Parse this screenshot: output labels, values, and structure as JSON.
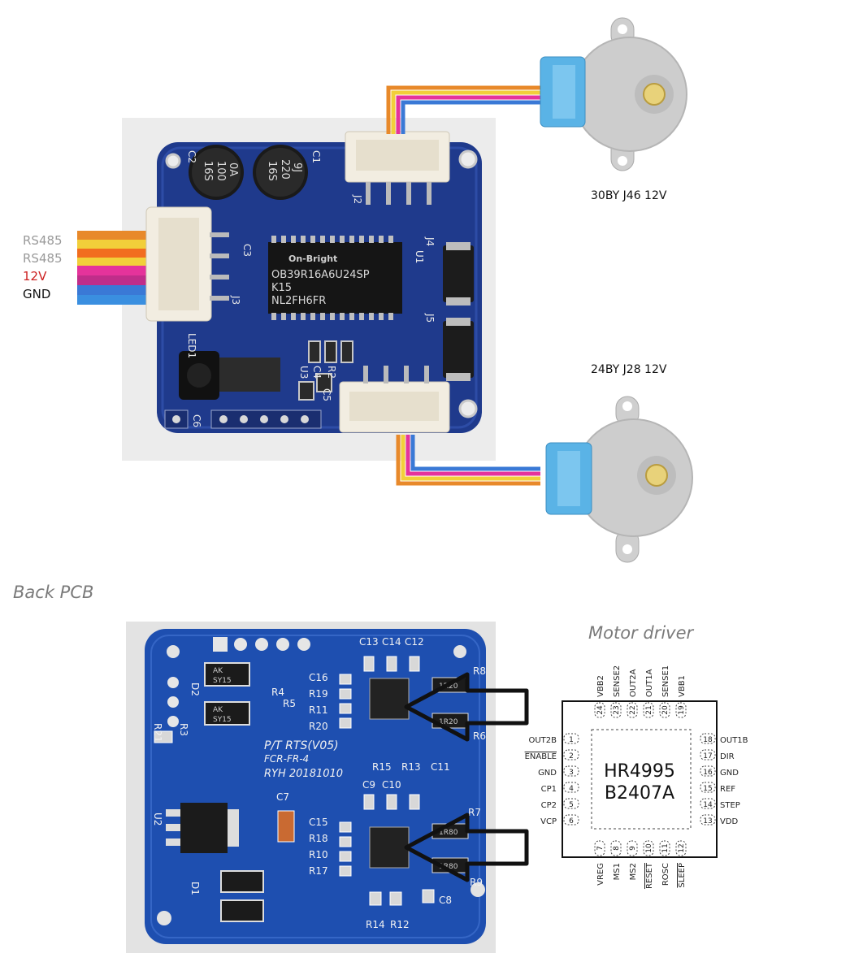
{
  "wires": [
    {
      "label": "RS485",
      "color": "#9a9a9a",
      "wire_color": "#e8892a"
    },
    {
      "label": "RS485",
      "color": "#9a9a9a",
      "wire_color": "#f2cf3a"
    },
    {
      "label": "12V",
      "color": "#cc1f1f",
      "wire_color": "#e5339b"
    },
    {
      "label": "GND",
      "color": "#111111",
      "wire_color": "#3a79d6"
    }
  ],
  "motors": {
    "top": {
      "label": "30BY J46 12V"
    },
    "bottom": {
      "label": "24BY J28 12V"
    }
  },
  "front_pcb": {
    "chip_brand": "On-Bright",
    "chip_lines": [
      "OB39R16A6U24SP",
      "K15",
      "NL2FH6FR"
    ],
    "cap1": [
      "0A",
      "100",
      "16S"
    ],
    "cap2": [
      "9J",
      "220",
      "16S"
    ],
    "refs": [
      "C2",
      "C1",
      "J2",
      "C3",
      "U1",
      "J4",
      "J5",
      "J3",
      "LED1",
      "U3",
      "C4",
      "R2",
      "C5",
      "C6"
    ]
  },
  "back_section_title": "Back PCB",
  "back_pcb": {
    "silk_lines": [
      "P/T  RTS(V05)",
      "FCR-FR-4",
      "RYH  20181010"
    ],
    "refs": [
      "C13",
      "C14",
      "C12",
      "C16",
      "R19",
      "R11",
      "R20",
      "R8",
      "R6",
      "R15",
      "R13",
      "C11",
      "C9",
      "C10",
      "C15",
      "R18",
      "R10",
      "R17",
      "R7",
      "R9",
      "R14",
      "R12",
      "C8",
      "D2",
      "D1",
      "R3",
      "R4",
      "R5",
      "R21",
      "U2",
      "C7"
    ],
    "diode_marks": [
      "AK",
      "SY15"
    ],
    "resistor_marks": [
      "1R20",
      "1R20",
      "1R80",
      "1R80"
    ]
  },
  "driver": {
    "title": "Motor driver",
    "chip_line1": "HR4995",
    "chip_line2": "B2407A",
    "pins_left": [
      {
        "num": "1",
        "name": "OUT2B"
      },
      {
        "num": "2",
        "name": "ENABLE"
      },
      {
        "num": "3",
        "name": "GND"
      },
      {
        "num": "4",
        "name": "CP1"
      },
      {
        "num": "5",
        "name": "CP2"
      },
      {
        "num": "6",
        "name": "VCP"
      }
    ],
    "pins_right": [
      {
        "num": "18",
        "name": "OUT1B"
      },
      {
        "num": "17",
        "name": "DIR"
      },
      {
        "num": "16",
        "name": "GND"
      },
      {
        "num": "15",
        "name": "REF"
      },
      {
        "num": "14",
        "name": "STEP"
      },
      {
        "num": "13",
        "name": "VDD"
      }
    ],
    "pins_top": [
      {
        "num": "24",
        "name": "VBB2"
      },
      {
        "num": "23",
        "name": "SENSE2"
      },
      {
        "num": "22",
        "name": "OUT2A"
      },
      {
        "num": "21",
        "name": "OUT1A"
      },
      {
        "num": "20",
        "name": "SENSE1"
      },
      {
        "num": "19",
        "name": "VBB1"
      }
    ],
    "pins_bottom": [
      {
        "num": "7",
        "name": "VREG"
      },
      {
        "num": "8",
        "name": "MS1"
      },
      {
        "num": "9",
        "name": "MS2"
      },
      {
        "num": "10",
        "name": "RESET"
      },
      {
        "num": "11",
        "name": "ROSC"
      },
      {
        "num": "12",
        "name": "SLEEP"
      }
    ]
  }
}
